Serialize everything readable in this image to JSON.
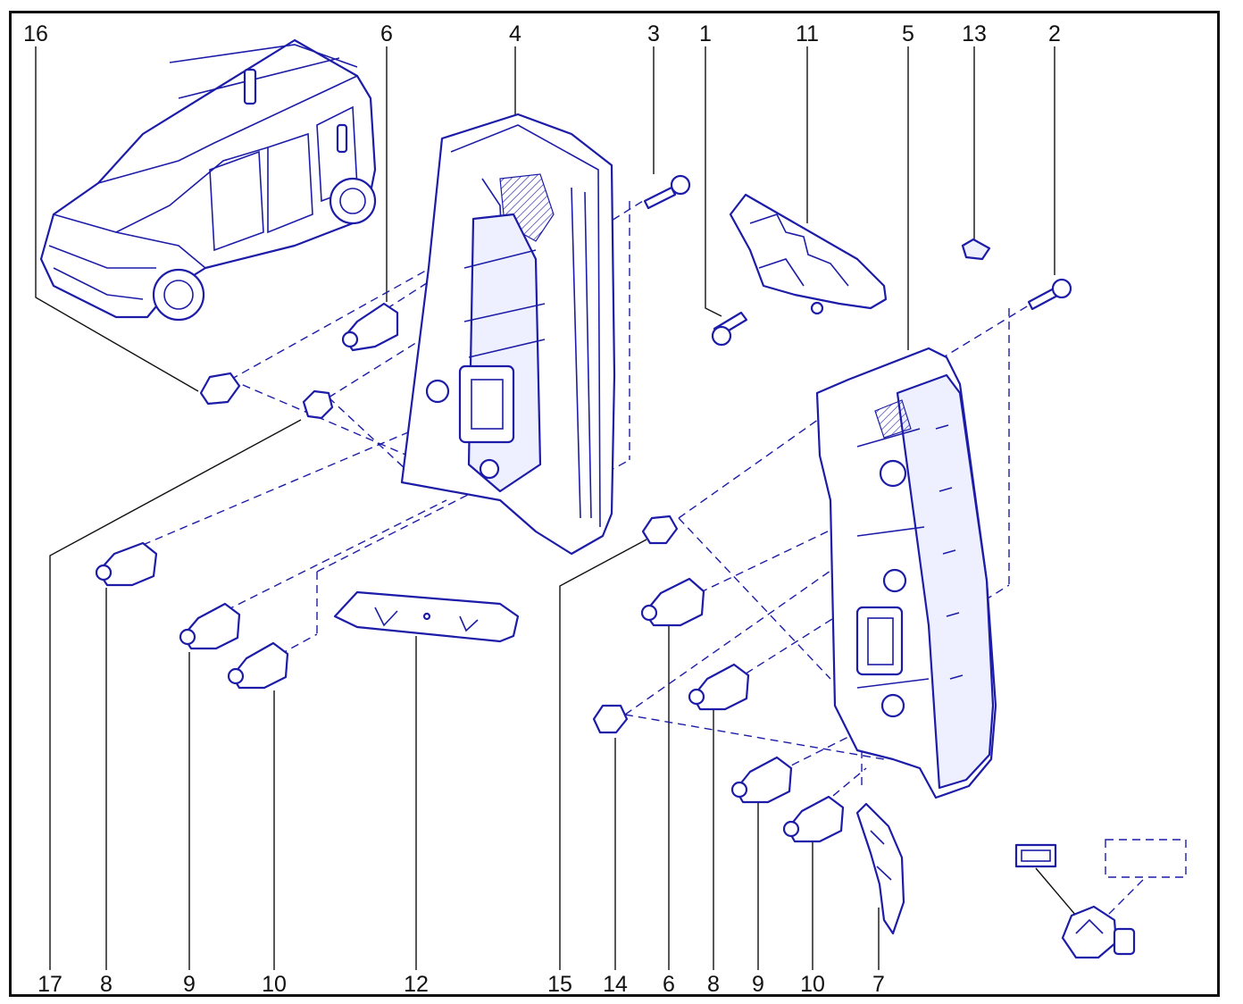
{
  "diagram": {
    "callouts_top": [
      {
        "id": "c16t",
        "label": "16"
      },
      {
        "id": "c6t",
        "label": "6"
      },
      {
        "id": "c4t",
        "label": "4"
      },
      {
        "id": "c3t",
        "label": "3"
      },
      {
        "id": "c1t",
        "label": "1"
      },
      {
        "id": "c11t",
        "label": "11"
      },
      {
        "id": "c5t",
        "label": "5"
      },
      {
        "id": "c13t",
        "label": "13"
      },
      {
        "id": "c2t",
        "label": "2"
      }
    ],
    "callouts_bottom": [
      {
        "id": "c17b",
        "label": "17"
      },
      {
        "id": "c8b",
        "label": "8"
      },
      {
        "id": "c9b",
        "label": "9"
      },
      {
        "id": "c10b",
        "label": "10"
      },
      {
        "id": "c12b",
        "label": "12"
      },
      {
        "id": "c15b",
        "label": "15"
      },
      {
        "id": "c14b",
        "label": "14"
      },
      {
        "id": "c6b",
        "label": "6"
      },
      {
        "id": "c8b2",
        "label": "8"
      },
      {
        "id": "c9b2",
        "label": "9"
      },
      {
        "id": "c10b2",
        "label": "10"
      },
      {
        "id": "c7b",
        "label": "7"
      }
    ],
    "line_color": "#1c1ca8"
  }
}
